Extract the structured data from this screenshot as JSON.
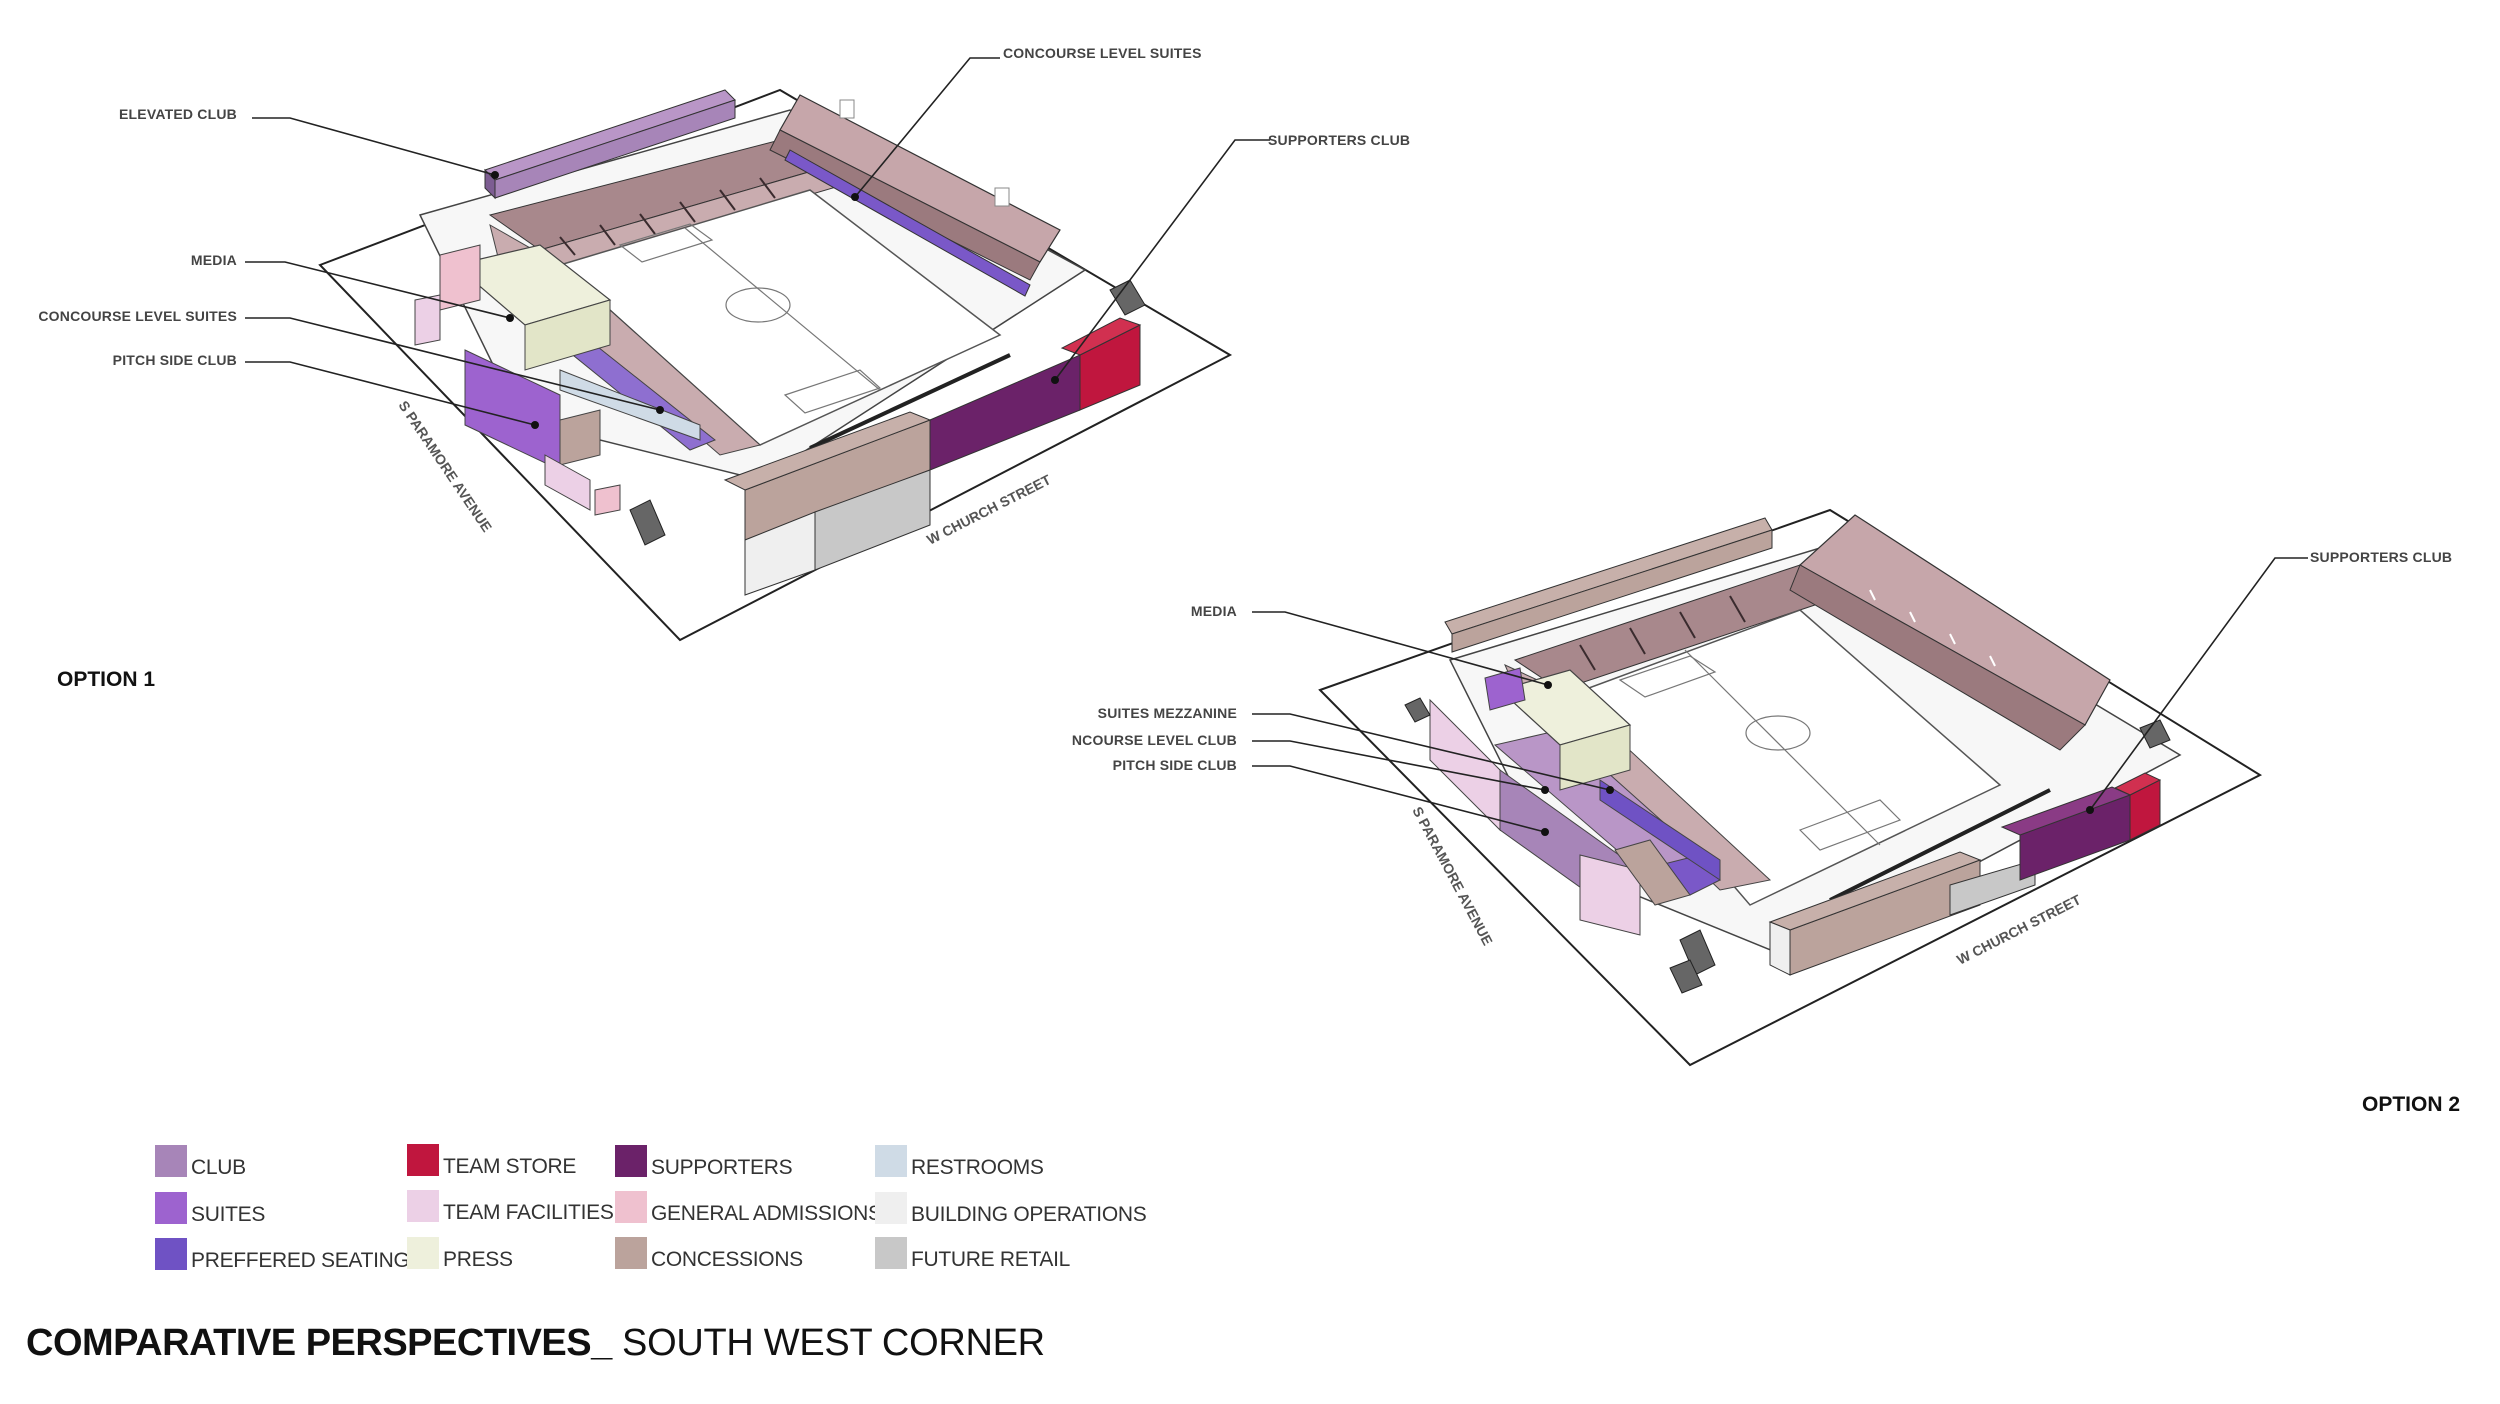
{
  "option1": {
    "label": "OPTION 1",
    "callouts": [
      "ELEVATED CLUB",
      "CONCOURSE LEVEL SUITES",
      "SUPPORTERS CLUB",
      "MEDIA",
      "CONCOURSE LEVEL SUITES",
      "PITCH SIDE CLUB"
    ],
    "streets": [
      "S PARAMORE AVENUE",
      "W CHURCH STREET"
    ]
  },
  "option2": {
    "label": "OPTION 2",
    "callouts": [
      "SUPPORTERS CLUB",
      "MEDIA",
      "SUITES MEZZANINE",
      "NCOURSE LEVEL CLUB",
      "PITCH SIDE CLUB"
    ],
    "streets": [
      "S PARAMORE AVENUE",
      "W CHURCH STREET"
    ]
  },
  "legend": [
    {
      "label": "CLUB",
      "color": "#a785b8"
    },
    {
      "label": "SUITES",
      "color": "#9d63cf"
    },
    {
      "label": "PREFFERED SEATING",
      "color": "#6f52c4"
    },
    {
      "label": "TEAM STORE",
      "color": "#c0163e"
    },
    {
      "label": "TEAM FACILITIES",
      "color": "#ecd0e6"
    },
    {
      "label": "PRESS",
      "color": "#eef0dc"
    },
    {
      "label": "SUPPORTERS",
      "color": "#6b2269"
    },
    {
      "label": "GENERAL ADMISSIONS",
      "color": "#efc1cf"
    },
    {
      "label": "CONCESSIONS",
      "color": "#bba39c"
    },
    {
      "label": "RESTROOMS",
      "color": "#cfdbe6"
    },
    {
      "label": "BUILDING OPERATIONS",
      "color": "#efefef"
    },
    {
      "label": "FUTURE RETAIL",
      "color": "#c8c8c8"
    }
  ],
  "title": {
    "bold": "COMPARATIVE PERSPECTIVES_",
    "light": " SOUTH WEST CORNER"
  }
}
